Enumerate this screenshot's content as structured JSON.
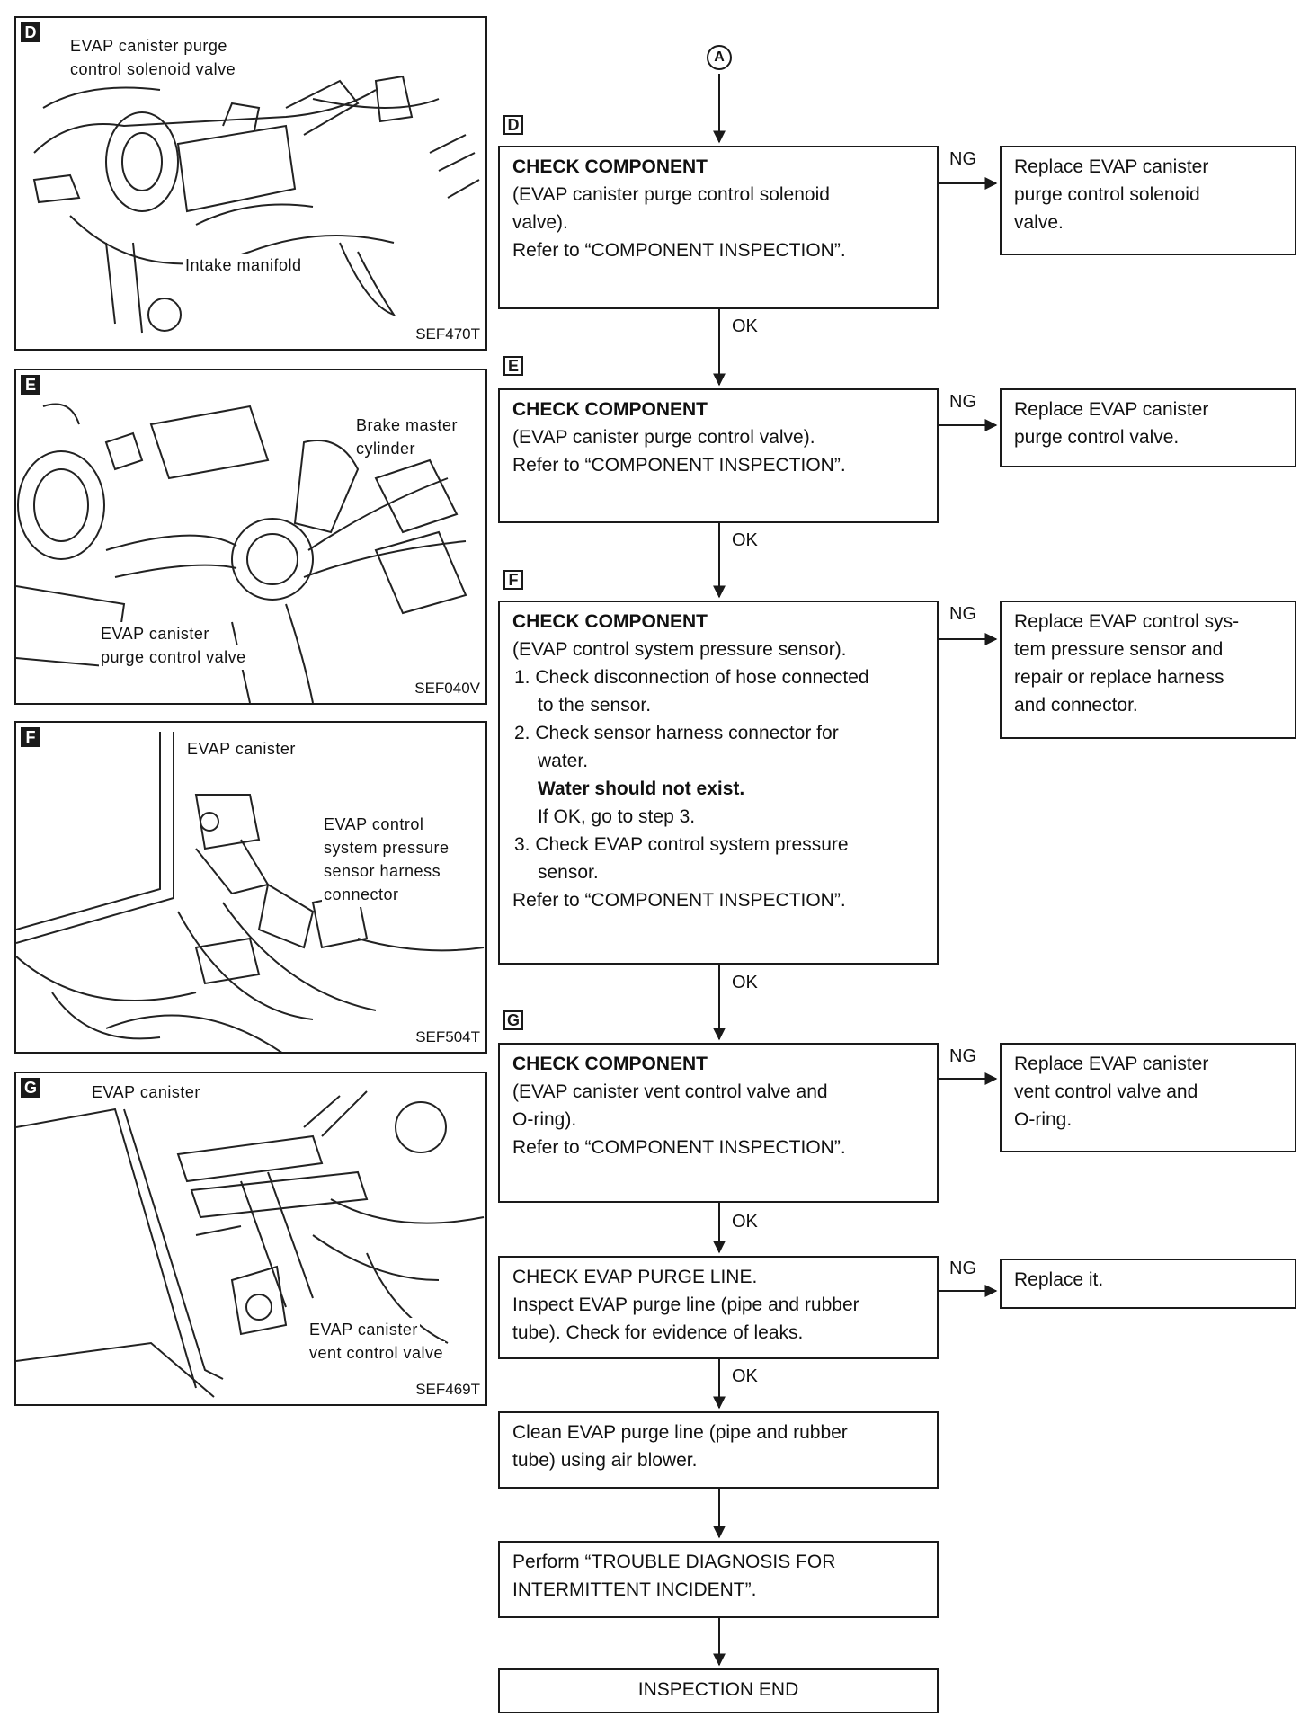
{
  "start_connector": "A",
  "figures": {
    "D": {
      "tag": "D",
      "code": "SEF470T",
      "labels": [
        "EVAP canister purge",
        "control solenoid valve",
        "Intake manifold"
      ]
    },
    "E": {
      "tag": "E",
      "code": "SEF040V",
      "labels": [
        "Brake master",
        "cylinder",
        "EVAP canister",
        "purge control valve"
      ]
    },
    "F": {
      "tag": "F",
      "code": "SEF504T",
      "labels": [
        "EVAP canister",
        "EVAP control",
        "system pressure",
        "sensor harness",
        "connector"
      ]
    },
    "G": {
      "tag": "G",
      "code": "SEF469T",
      "labels": [
        "EVAP canister",
        "EVAP canister",
        "vent control valve"
      ]
    }
  },
  "flow": {
    "steps": [
      {
        "tag": "D",
        "heading": "CHECK COMPONENT",
        "lines": [
          "(EVAP canister purge control solenoid",
          "valve).",
          "Refer to “COMPONENT INSPECTION”."
        ],
        "ng_action": [
          "Replace EVAP canister",
          "purge control solenoid",
          "valve."
        ]
      },
      {
        "tag": "E",
        "heading": "CHECK COMPONENT",
        "lines": [
          "(EVAP canister purge control valve).",
          "Refer to “COMPONENT INSPECTION”."
        ],
        "ng_action": [
          "Replace EVAP canister",
          "purge control valve."
        ]
      },
      {
        "tag": "F",
        "heading": "CHECK COMPONENT",
        "lines": [
          "(EVAP control system pressure sensor)."
        ],
        "substeps": [
          "1. Check disconnection of hose connected",
          "to the sensor.",
          "2. Check sensor harness connector for",
          "water.",
          "Water should not exist.",
          "If OK, go to step 3.",
          "3. Check EVAP control system pressure",
          "sensor."
        ],
        "footer": "Refer to “COMPONENT INSPECTION”.",
        "ng_action": [
          "Replace EVAP control sys-",
          "tem pressure sensor and",
          "repair or replace harness",
          "and connector."
        ]
      },
      {
        "tag": "G",
        "heading": "CHECK COMPONENT",
        "lines": [
          "(EVAP canister vent control valve and",
          "O-ring).",
          "Refer to “COMPONENT INSPECTION”."
        ],
        "ng_action": [
          "Replace EVAP canister",
          "vent control valve and",
          "O-ring."
        ]
      },
      {
        "heading": "CHECK EVAP PURGE LINE.",
        "lines": [
          "Inspect EVAP purge line (pipe and rubber",
          "tube). Check for evidence of leaks."
        ],
        "ng_action": [
          "Replace it."
        ]
      }
    ],
    "clean_step": [
      "Clean EVAP purge line (pipe and rubber",
      "tube) using air blower."
    ],
    "perform_step": [
      "Perform “TROUBLE DIAGNOSIS FOR",
      "INTERMITTENT INCIDENT”."
    ],
    "end": "INSPECTION END",
    "ok_label": "OK",
    "ng_label": "NG"
  }
}
